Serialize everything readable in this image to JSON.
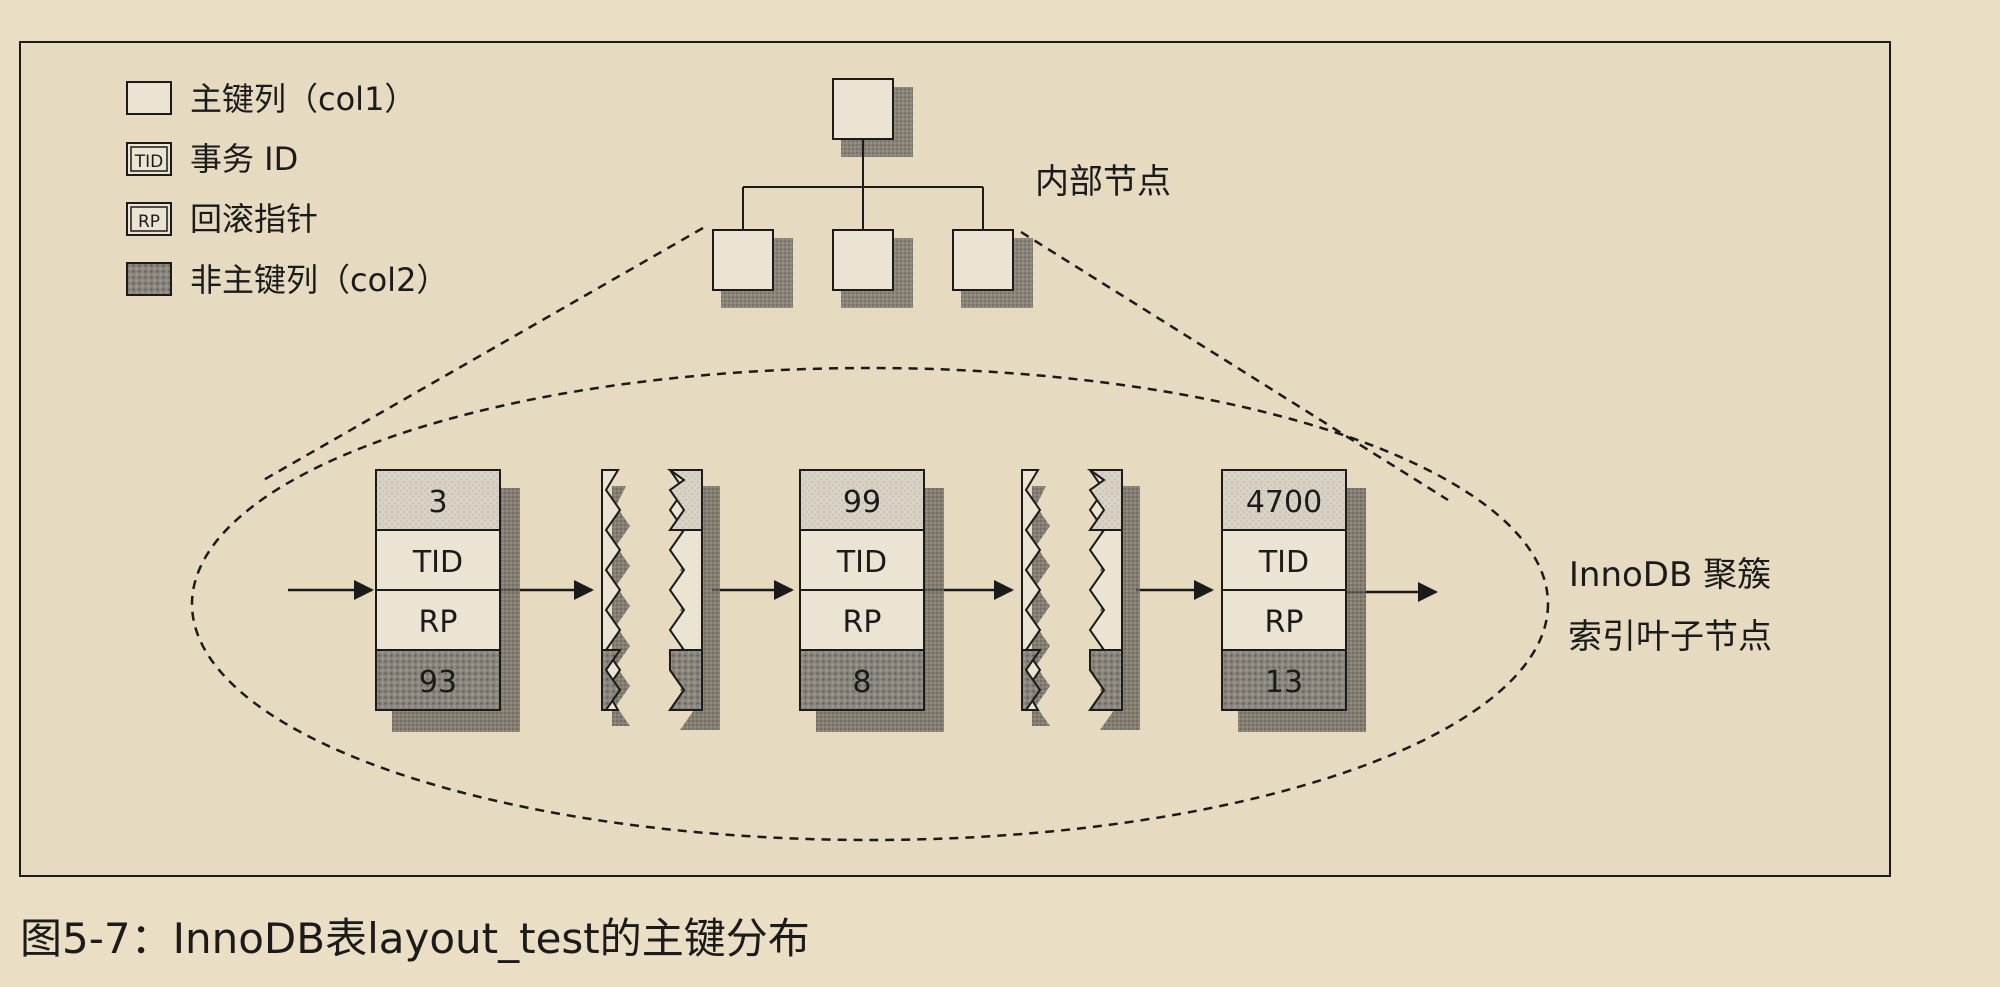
{
  "legend": {
    "primary_key": "主键列（col1）",
    "transaction_id": "事务 ID",
    "rollback_pointer": "回滚指针",
    "non_primary_key": "非主键列（col2）",
    "tid_icon": "TID",
    "rp_icon": "RP"
  },
  "tree": {
    "internal_nodes_label": "内部节点"
  },
  "leaf_label": {
    "line1": "InnoDB 聚簇",
    "line2": "索引叶子节点"
  },
  "leaf_pages": [
    {
      "pk": "3",
      "tid": "TID",
      "rp": "RP",
      "col2": "93"
    },
    {
      "pk": "99",
      "tid": "TID",
      "rp": "RP",
      "col2": "8"
    },
    {
      "pk": "4700",
      "tid": "TID",
      "rp": "RP",
      "col2": "13"
    }
  ],
  "caption": "图5-7：InnoDB表layout_test的主键分布",
  "colors": {
    "background": "#eadfc5",
    "panel": "#e6dac0",
    "pk_fill": "#d8d2c4",
    "col2_fill": "#7f7a72",
    "ink": "#1b1b1b"
  }
}
